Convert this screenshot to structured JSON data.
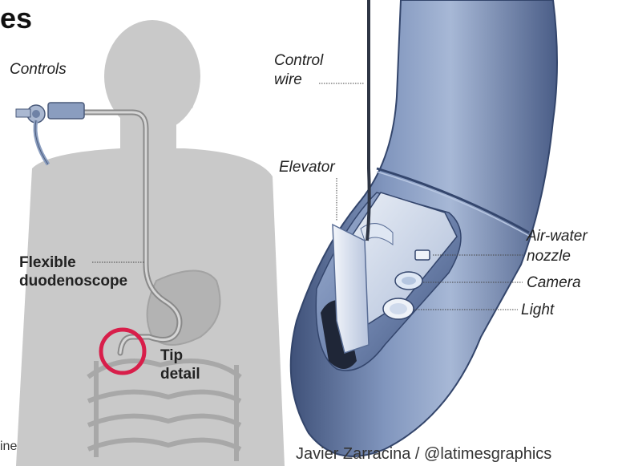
{
  "heading": "es",
  "labels": {
    "controls": "Controls",
    "control_wire_line1": "Control",
    "control_wire_line2": "wire",
    "elevator": "Elevator",
    "flexible_line1": "Flexible",
    "flexible_line2": "duodenoscope",
    "tip_line1": "Tip",
    "tip_line2": "detail",
    "air_water_line1": "Air-water",
    "air_water_line2": "nozzle",
    "camera": "Camera",
    "light": "Light"
  },
  "cut_off_text": "ine",
  "credit": "Javier Zarracina / @latimesgraphics",
  "colors": {
    "body_silhouette": "#c9c9c9",
    "organs": "#b3b3b3",
    "scope_blue": "#6f85ae",
    "scope_dark": "#3f5179",
    "highlight_circle": "#d81e4a"
  }
}
